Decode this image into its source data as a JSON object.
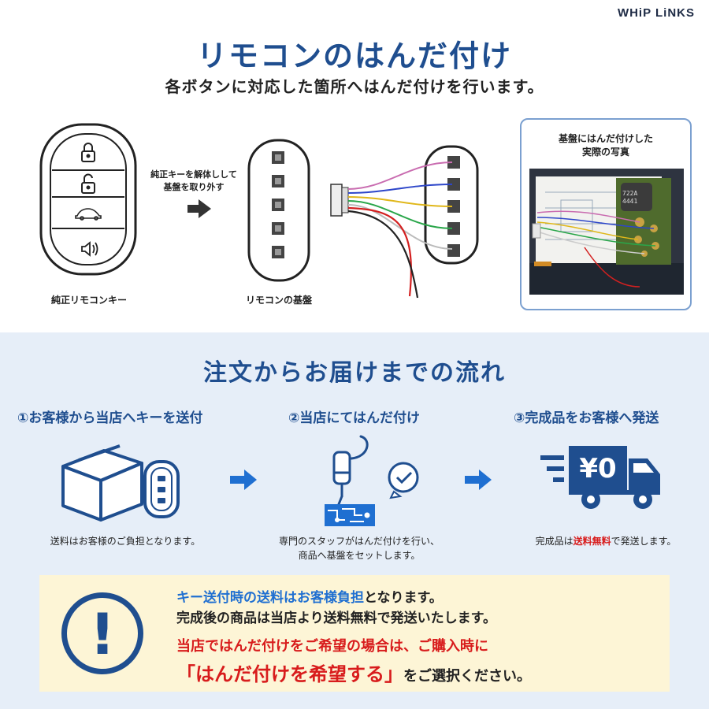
{
  "brand": "WHiP LiNKS",
  "section1": {
    "title": "リモコンのはんだ付け",
    "subtitle": "各ボタンに対応した箇所へはんだ付けを行います。",
    "key_caption": "純正リモコンキー",
    "disassemble_note": "純正キーを解体しして\n基盤を取り外す",
    "board_caption": "リモコンの基盤",
    "photo_caption": "基盤にはんだ付けした\n実際の写真",
    "photo_chip_text": "722A\n4441"
  },
  "section2": {
    "title": "注文からお届けまでの流れ",
    "steps": [
      {
        "heading": "①お客様から当店へキーを送付",
        "desc": "送料はお客様のご負担となります。"
      },
      {
        "heading": "②当店にてはんだ付け",
        "desc": "専門のスタッフがはんだ付けを行い、\n商品へ基盤をセットします。"
      },
      {
        "heading": "③完成品をお客様へ発送",
        "desc_pre": "完成品は",
        "desc_red": "送料無料",
        "desc_post": "で発送します。",
        "truck_label": "¥0"
      }
    ]
  },
  "notice": {
    "icon": "!",
    "line1_blue": "キー送付時の送料はお客様負担",
    "line1_rest": "となります。",
    "line2": "完成後の商品は当店より送料無料で発送いたします。",
    "line3": "当店ではんだ付けをご希望の場合は、ご購入時に",
    "line4_red": "「はんだ付けを希望する」",
    "line4_rest": "をご選択ください。"
  },
  "colors": {
    "accent": "#1f4e8f",
    "red": "#d81c1c",
    "link_blue": "#1f6fd1",
    "notice_bg": "#fdf5d6",
    "section_bg": "#e6eef8"
  }
}
